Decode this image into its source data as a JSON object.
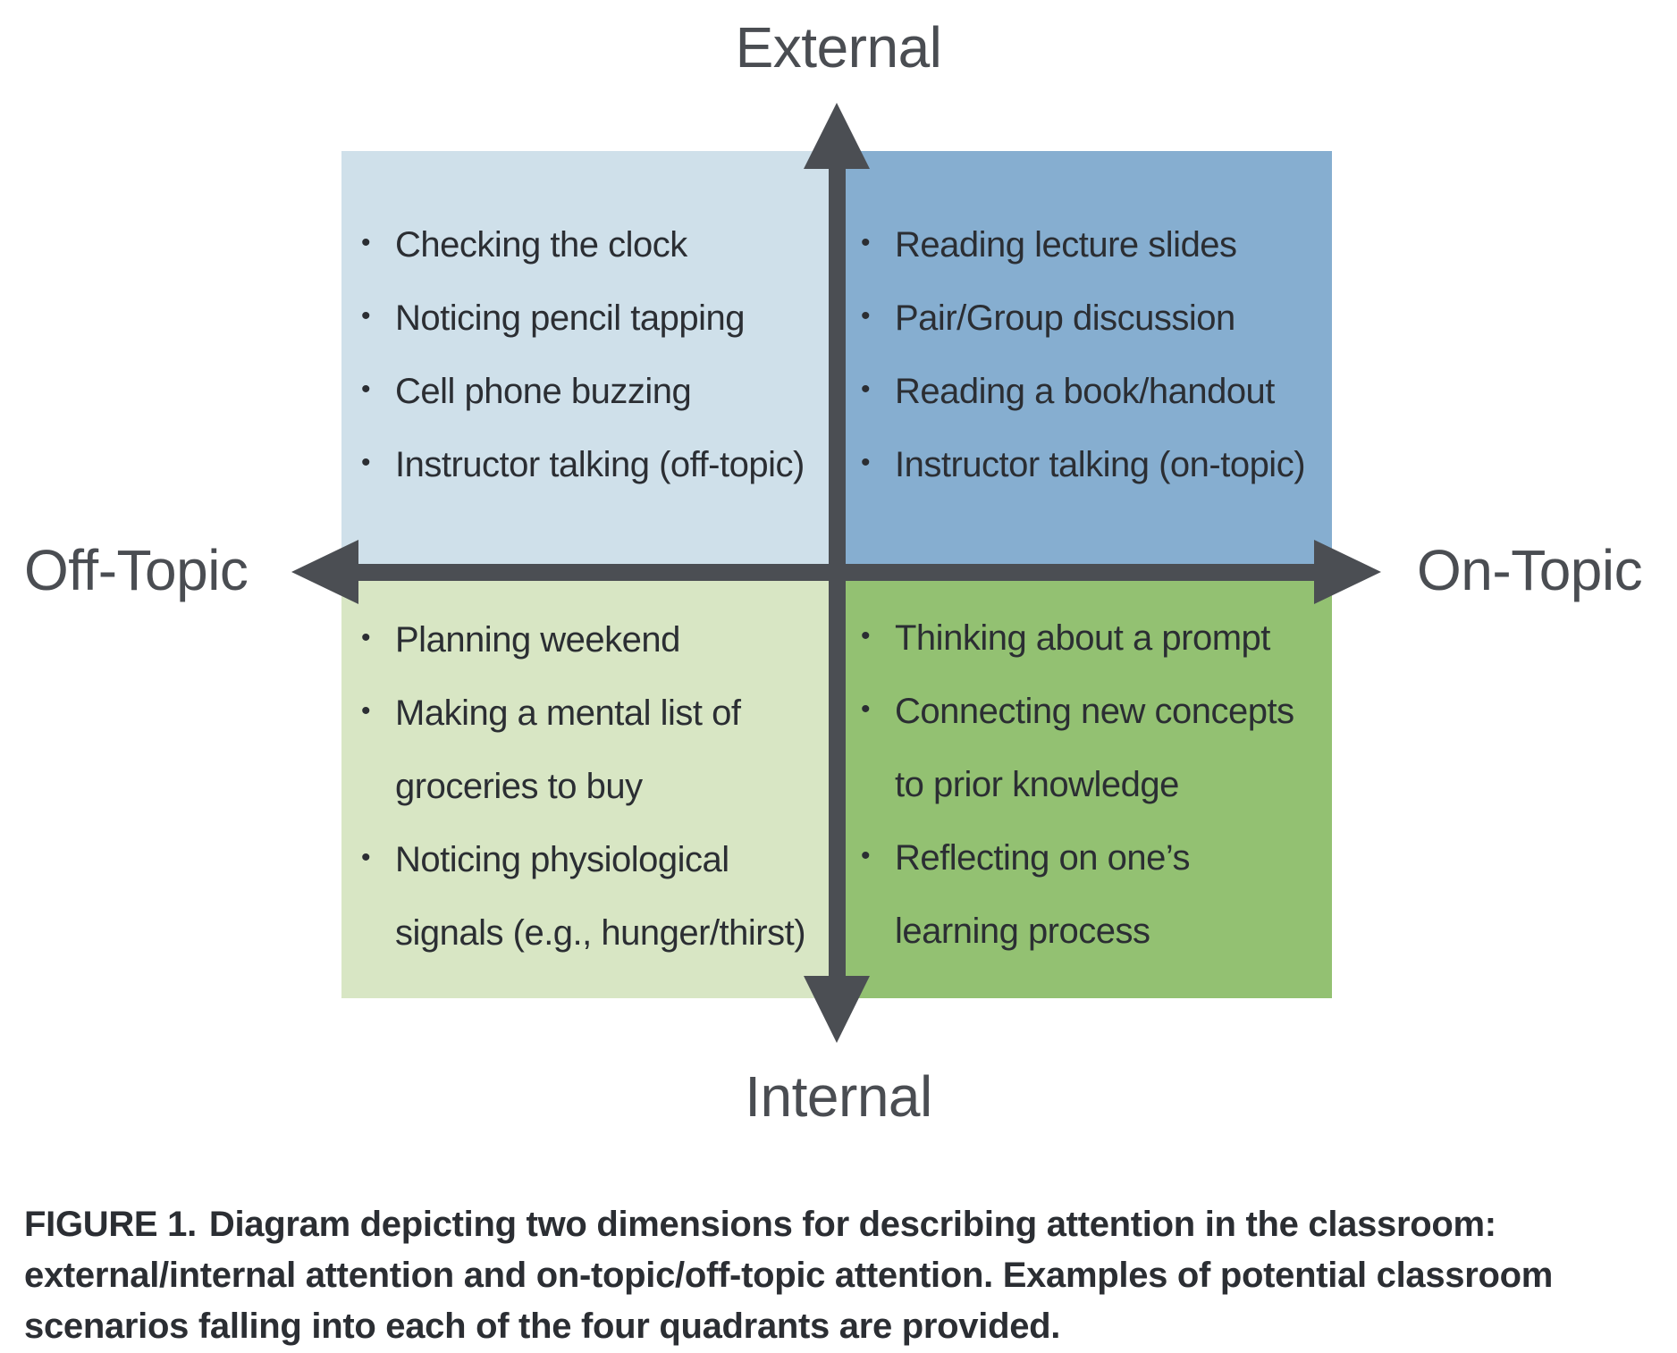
{
  "axes": {
    "top": "External",
    "bottom": "Internal",
    "left": "Off-Topic",
    "right": "On-Topic"
  },
  "quadrants": {
    "external_off_topic": {
      "color": "#cfe0ea",
      "items": [
        "Checking the clock",
        "Noticing pencil tapping",
        "Cell phone buzzing",
        "Instructor talking (off-topic)"
      ]
    },
    "external_on_topic": {
      "color": "#86aed0",
      "items": [
        "Reading lecture slides",
        "Pair/Group discussion",
        "Reading a book/handout",
        "Instructor talking (on-topic)"
      ]
    },
    "internal_off_topic": {
      "color": "#d8e6c4",
      "items": [
        "Planning weekend",
        "Making a mental list of\ngroceries to buy",
        "Noticing physiological\nsignals (e.g., hunger/thirst)"
      ]
    },
    "internal_on_topic": {
      "color": "#93c172",
      "items": [
        "Thinking about a prompt",
        "Connecting new concepts\nto prior knowledge",
        "Reflecting on one’s\nlearning process"
      ]
    }
  },
  "axis_color": "#4b4e53",
  "bullet": "•",
  "caption": {
    "figure_number": "FIGURE 1.",
    "text": "Diagram depicting two dimensions for describing attention in the classroom: external/internal attention and on-topic/off-topic attention. Examples of potential classroom scenarios falling into each of the four quadrants are provided."
  }
}
